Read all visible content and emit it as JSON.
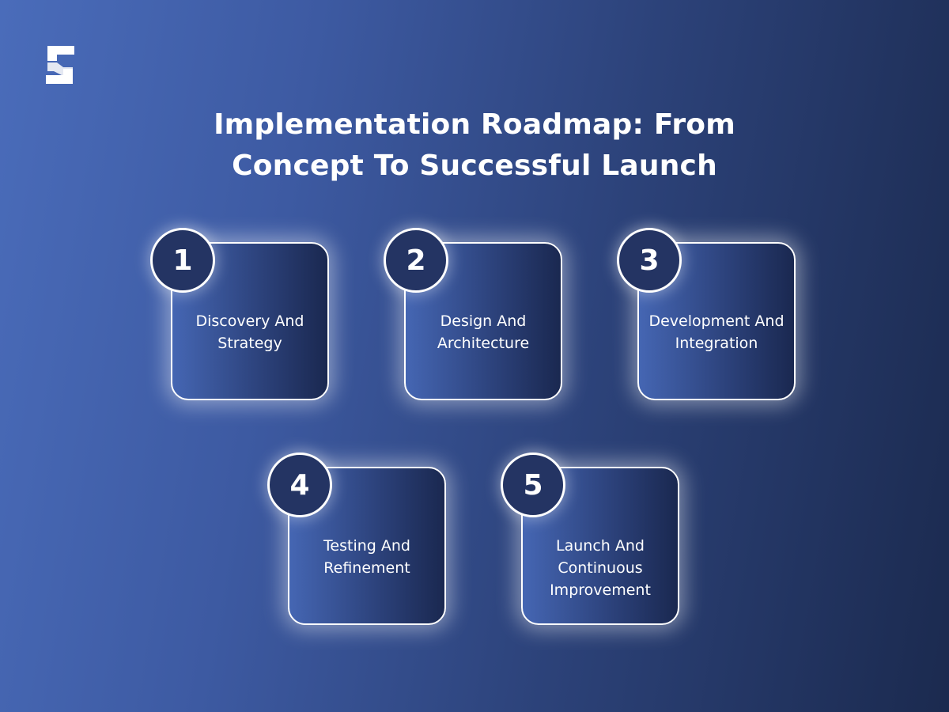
{
  "title": {
    "line1": "Implementation Roadmap: From",
    "line2": "Concept To Successful Launch"
  },
  "logo": {
    "icon": "s-block-logo-icon"
  },
  "steps": [
    {
      "number": "1",
      "label": "Discovery And Strategy"
    },
    {
      "number": "2",
      "label": "Design And Architecture"
    },
    {
      "number": "3",
      "label": "Development And Integration"
    },
    {
      "number": "4",
      "label": "Testing And Refinement"
    },
    {
      "number": "5",
      "label": "Launch And Continuous Improvement"
    }
  ],
  "colors": {
    "background_light": "#4a6cba",
    "background_dark": "#1b2a4f",
    "text": "#ffffff",
    "badge_fill": "#243463"
  }
}
